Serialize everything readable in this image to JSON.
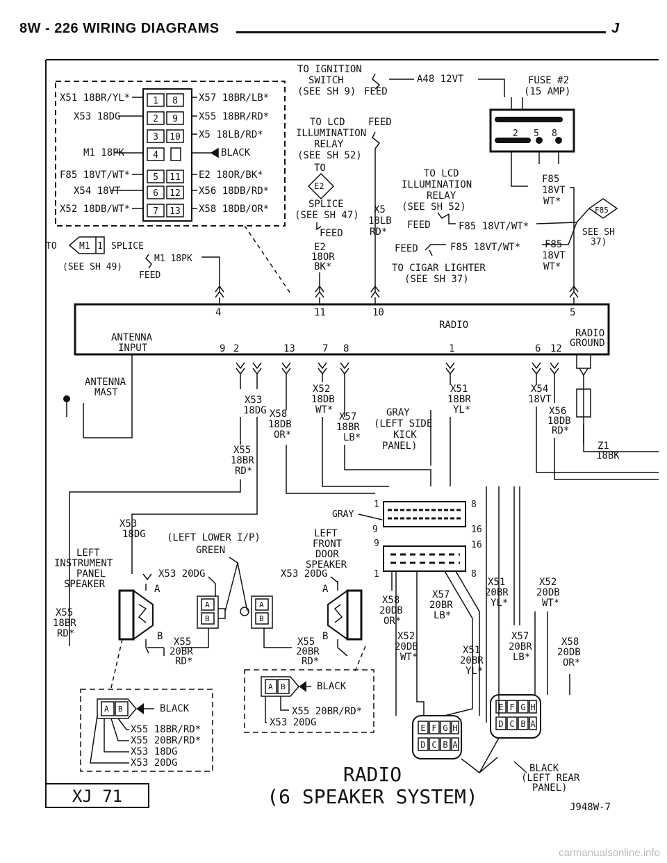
{
  "header": {
    "left": "8W - 226   WIRING DIAGRAMS",
    "right": "J"
  },
  "ignition": {
    "to": "TO IGNITION",
    "switch": "SWITCH",
    "see": "(SEE SH 9)",
    "feed": "FEED",
    "wire": "A48 12VT"
  },
  "fuse": {
    "name": "FUSE #2",
    "amp": "(15 AMP)",
    "pins": [
      "2",
      "5",
      "8"
    ]
  },
  "connector_box": {
    "left": [
      "X51 18BR/YL*",
      "X53 18DG",
      "M1 18PK",
      "F85 18VT/WT*",
      "X54 18VT",
      "X52 18DB/WT*"
    ],
    "right": [
      "X57 18BR/LB*",
      "X55 18BR/RD*",
      "X5 18LB/RD*",
      "BLACK",
      "E2 18OR/BK*",
      "X56 18DB/RD*",
      "X58 18DB/OR*"
    ],
    "pins": [
      "1",
      "8",
      "2",
      "9",
      "3",
      "10",
      "4",
      "5",
      "11",
      "6",
      "12",
      "7",
      "13"
    ]
  },
  "lcd_relay_1": {
    "l1": "TO LCD",
    "l2": "ILLUMINATION",
    "l3": "RELAY",
    "l4": "(SEE SH 52)",
    "feed": "FEED"
  },
  "splice_e2": {
    "to": "TO",
    "id": "E2",
    "l1": "SPLICE",
    "l2": "(SEE SH 47)",
    "feed": "FEED",
    "wire": [
      "E2",
      "18OR",
      "BK*"
    ]
  },
  "x5_wire": [
    "X5",
    "18LB",
    "RD*"
  ],
  "lcd_relay_2": {
    "l1": "TO LCD",
    "l2": "ILLUMINATION",
    "l3": "RELAY",
    "l4": "(SEE SH 52)",
    "feed": "FEED",
    "wire": "F85 18VT/WT*"
  },
  "f85_top": [
    "F85",
    "18VT",
    "WT*"
  ],
  "f85_splice": {
    "id": "F85",
    "see1": "SEE SH",
    "see2": "37)"
  },
  "cigar": {
    "feed": "FEED",
    "wire": "F85 18VT/WT*",
    "l1": "TO CIGAR LIGHTER",
    "l2": "(SEE SH 37)"
  },
  "f85_right": [
    "F85",
    "18VT",
    "WT*"
  ],
  "m1_splice": {
    "to": "TO",
    "m": "M1",
    "n": "1",
    "splice": "SPLICE",
    "see": "(SEE SH 49)",
    "wire": "M1 18PK",
    "feed": "FEED"
  },
  "radio": {
    "label": "RADIO",
    "top_pins": [
      "4",
      "11",
      "10",
      "5"
    ],
    "bottom_pins": [
      "9",
      "2",
      "13",
      "7",
      "8",
      "1",
      "6",
      "12"
    ],
    "antenna_input": [
      "ANTENNA",
      "INPUT"
    ],
    "radio_ground": [
      "RADIO",
      "GROUND"
    ]
  },
  "antenna_mast": [
    "ANTENNA",
    "MAST"
  ],
  "wires_mid": {
    "x53": [
      "X53",
      "18DG"
    ],
    "x55": [
      "X55",
      "18BR",
      "RD*"
    ],
    "x58": [
      "X58",
      "18DB",
      "OR*"
    ],
    "x52": [
      "X52",
      "18DB",
      "WT*"
    ],
    "x57": [
      "X57",
      "18BR",
      "LB*"
    ],
    "gray_kick": [
      "GRAY",
      "(LEFT SIDE",
      "KICK",
      "PANEL)"
    ],
    "x51": [
      "X51",
      "18BR",
      "YL*"
    ],
    "x54": [
      "X54",
      "18VT"
    ],
    "x56": [
      "X56",
      "18DB",
      "RD*"
    ],
    "z1": [
      "Z1",
      "18BK"
    ]
  },
  "gray_connector": {
    "label": "GRAY",
    "p1": "1",
    "p8": "8",
    "p9": "9",
    "p16": "16"
  },
  "door_connector": {
    "p9": "9",
    "p16": "16",
    "p1": "1",
    "p8": "8"
  },
  "left_front_door": [
    "LEFT",
    "FRONT",
    "DOOR",
    "SPEAKER"
  ],
  "left_ip": {
    "x53": [
      "X53",
      "18DG"
    ],
    "label": "(LEFT LOWER I/P)",
    "green": "GREEN"
  },
  "left_inst": [
    "LEFT",
    "INSTRUMENT",
    "PANEL",
    "SPEAKER"
  ],
  "speaker_wires": {
    "x53_20dg_a": "X53 20DG",
    "x53_20dg_b": "X53 20DG",
    "a": "A",
    "b": "B",
    "x55_20br_l": [
      "X55",
      "20BR",
      "RD*"
    ],
    "x55_20br_r": [
      "X55",
      "20BR",
      "RD*"
    ],
    "x55_left": [
      "X55",
      "18BR",
      "RD*"
    ]
  },
  "ab_pins": [
    "A",
    "B"
  ],
  "rear_wires": {
    "x58": [
      "X58",
      "20DB",
      "OR*"
    ],
    "x57": [
      "X57",
      "20BR",
      "LB*"
    ],
    "x52": [
      "X52",
      "20DB",
      "WT*"
    ],
    "x51": [
      "X51",
      "20BR",
      "YL*"
    ],
    "x51_r": [
      "X51",
      "20BR",
      "YL*"
    ],
    "x52_r": [
      "X52",
      "20DB",
      "WT*"
    ],
    "x57_r": [
      "X57",
      "20BR",
      "LB*"
    ],
    "x58_r": [
      "X58",
      "20DB",
      "OR*"
    ]
  },
  "black_conn_mid": {
    "label": "BLACK",
    "w1": "X55 20BR/RD*",
    "w2": "X53 20DG"
  },
  "black_conn_left": {
    "label": "BLACK",
    "w1": "X55 18BR/RD*",
    "w2": "X55 20BR/RD*",
    "w3": "X53 18DG",
    "w4": "X53 20DG"
  },
  "rear_conn": {
    "top": [
      "E",
      "F",
      "G",
      "H"
    ],
    "bottom": [
      "D",
      "C",
      "B",
      "A"
    ]
  },
  "rear_black": [
    "BLACK",
    "(LEFT REAR",
    "PANEL)"
  ],
  "title": {
    "l1": "RADIO",
    "l2": "(6 SPEAKER SYSTEM)"
  },
  "xj": "XJ 71",
  "fig": "J948W-7",
  "site": "carmanualsonline.info"
}
